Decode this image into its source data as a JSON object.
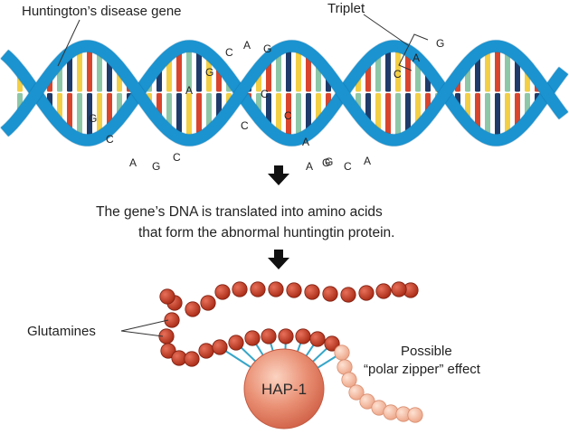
{
  "labels": {
    "gene": "Huntington’s disease gene",
    "triplet": "Triplet",
    "caption_line1": "The gene’s DNA is translated into amino acids",
    "caption_line2": "that form the abnormal huntingtin protein.",
    "glutamines": "Glutamines",
    "possible": "Possible",
    "polar_zipper": "“polar zipper” effect",
    "hap1": "HAP-1"
  },
  "bases": {
    "triplet_top": [
      "C",
      "A",
      "G"
    ],
    "upper_run": [
      "A",
      "G",
      "C",
      "A",
      "G"
    ],
    "left_curve": [
      "G",
      "C"
    ],
    "left_bottom": [
      "A",
      "G",
      "C"
    ],
    "middle": [
      "C",
      "C",
      "A"
    ],
    "right_bottom": [
      "G",
      "C",
      "A"
    ],
    "triplet_right": [
      "C",
      "A",
      "G"
    ]
  },
  "colors": {
    "backbone": "#1a93d0",
    "backbone_edge": "#0c5f94",
    "rung_yellow": "#f2cf44",
    "rung_red": "#d9452c",
    "rung_green": "#8ec7a7",
    "rung_navy": "#1e3b6a",
    "bead_dark": "#b2331c",
    "bead_light": "#f1b394",
    "link": "#36a6c8",
    "hap_fill": "#e3785f"
  }
}
